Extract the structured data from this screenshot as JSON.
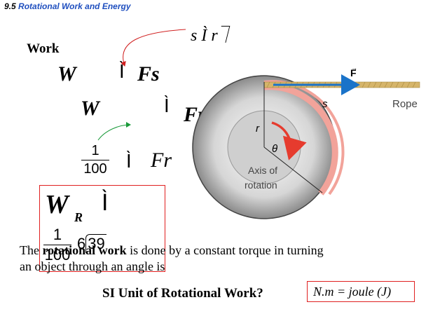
{
  "header": {
    "section_num": "9.5",
    "section_title": "Rotational Work and Energy"
  },
  "top_formula": "s Ì r⏋",
  "work_label": "Work",
  "eq1": {
    "lhs": "W",
    "sym": "Ì",
    "rhs": "Fs"
  },
  "eq2": {
    "lhs": "W",
    "sym": "Ì",
    "rhs": "Fr⏋"
  },
  "eq3": {
    "num": "1",
    "den": "100",
    "sym": "Ì",
    "rhs": "Fr"
  },
  "boxed": {
    "W": "W",
    "sub": "R",
    "sym": "Ì",
    "num": "1",
    "den": "100",
    "expr": "6",
    "div": "39"
  },
  "figure": {
    "label_F": "F",
    "label_s": "s",
    "label_rope": "Rope",
    "label_r": "r",
    "label_theta": "θ",
    "axis_line1": "Axis of",
    "axis_line2": "rotation",
    "colors": {
      "rope": "#d6b56a",
      "arrow": "#1a73c9",
      "arc": "#f2a39a",
      "theta_arrow": "#e63b2e"
    }
  },
  "body": {
    "line1_pre": "The ",
    "line1_bold": "rotational work",
    "line1_post": " is done by a constant torque in turning",
    "line2": "an object through an angle is"
  },
  "si": {
    "question": "SI Unit of Rotational Work?",
    "answer": "N.m = joule (J)"
  }
}
